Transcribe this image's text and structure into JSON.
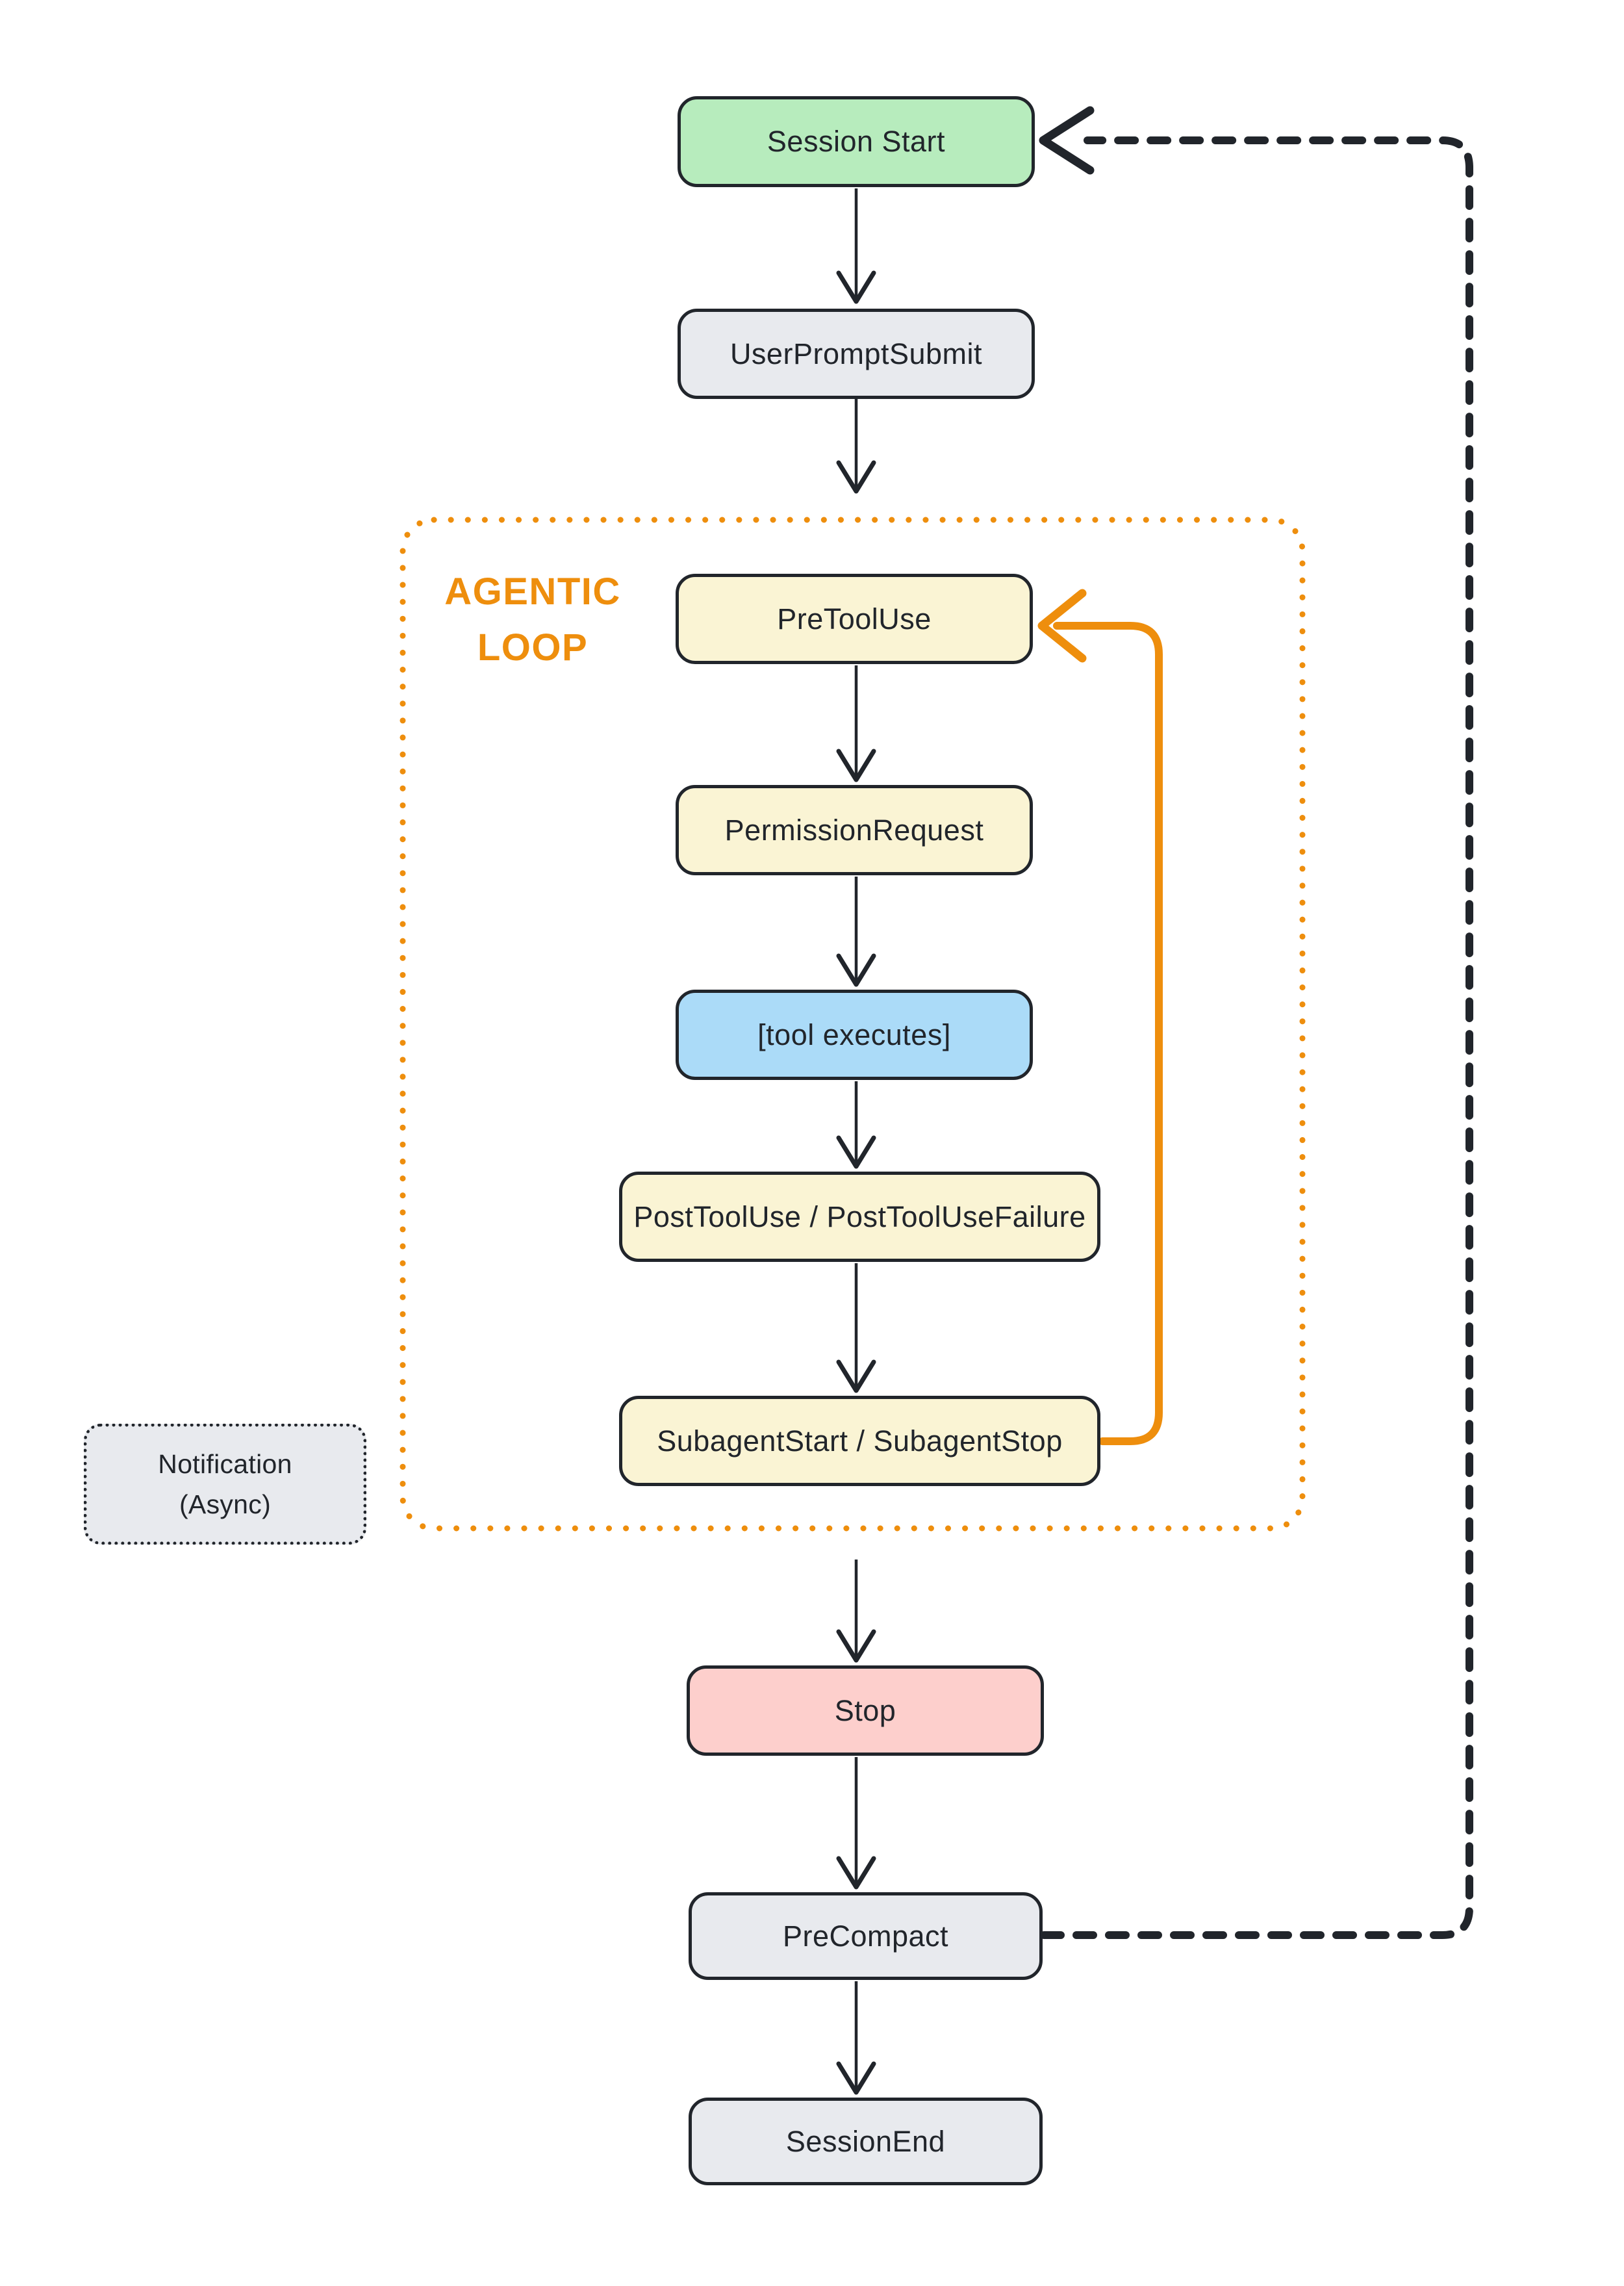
{
  "colors": {
    "green": "#b7ecbd",
    "gray": "#e8eaee",
    "yellow": "#faf4d4",
    "blue": "#abdbf8",
    "pink": "#fdcfcc",
    "orange": "#ee8e0d",
    "ink": "#21252b"
  },
  "loop": {
    "label_line1": "AGENTIC",
    "label_line2": "LOOP"
  },
  "nodes": {
    "session_start": {
      "label": "Session Start"
    },
    "user_prompt_submit": {
      "label": "UserPromptSubmit"
    },
    "pre_tool_use": {
      "label": "PreToolUse"
    },
    "permission_request": {
      "label": "PermissionRequest"
    },
    "tool_executes": {
      "label": "[tool executes]"
    },
    "post_tool_use": {
      "label": "PostToolUse / PostToolUseFailure"
    },
    "subagent": {
      "label": "SubagentStart / SubagentStop"
    },
    "notification": {
      "label_line1": "Notification",
      "label_line2": "(Async)"
    },
    "stop": {
      "label": "Stop"
    },
    "pre_compact": {
      "label": "PreCompact"
    },
    "session_end": {
      "label": "SessionEnd"
    }
  }
}
